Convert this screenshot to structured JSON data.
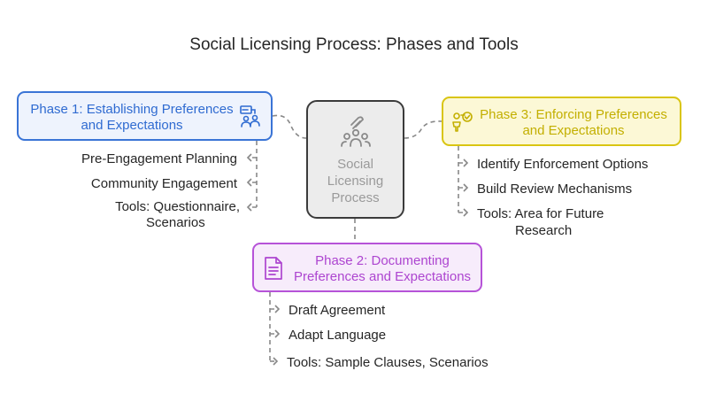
{
  "title": "Social Licensing Process: Phases and Tools",
  "center": {
    "label_lines": [
      "Social",
      "Licensing",
      "Process"
    ],
    "icon": "connected-people-icon"
  },
  "phase1": {
    "title": "Phase 1: Establishing Preferences and Expectations",
    "icon": "team-planning-icon",
    "color": "#3a74d6",
    "items": [
      "Pre-Engagement Planning",
      "Community Engagement",
      "Tools: Questionnaire,",
      "Scenarios"
    ]
  },
  "phase2": {
    "title": "Phase 2: Documenting Preferences and Expectations",
    "icon": "document-icon",
    "color": "#b653d8",
    "items": [
      "Draft Agreement",
      "Adapt Language",
      "Tools: Sample Clauses, Scenarios"
    ]
  },
  "phase3": {
    "title": "Phase 3: Enforcing Preferences and Expectations",
    "icon": "person-check-icon",
    "color": "#d9c512",
    "items": [
      "Identify Enforcement Options",
      "Build Review Mechanisms",
      "Tools: Area for Future",
      "Research"
    ]
  }
}
